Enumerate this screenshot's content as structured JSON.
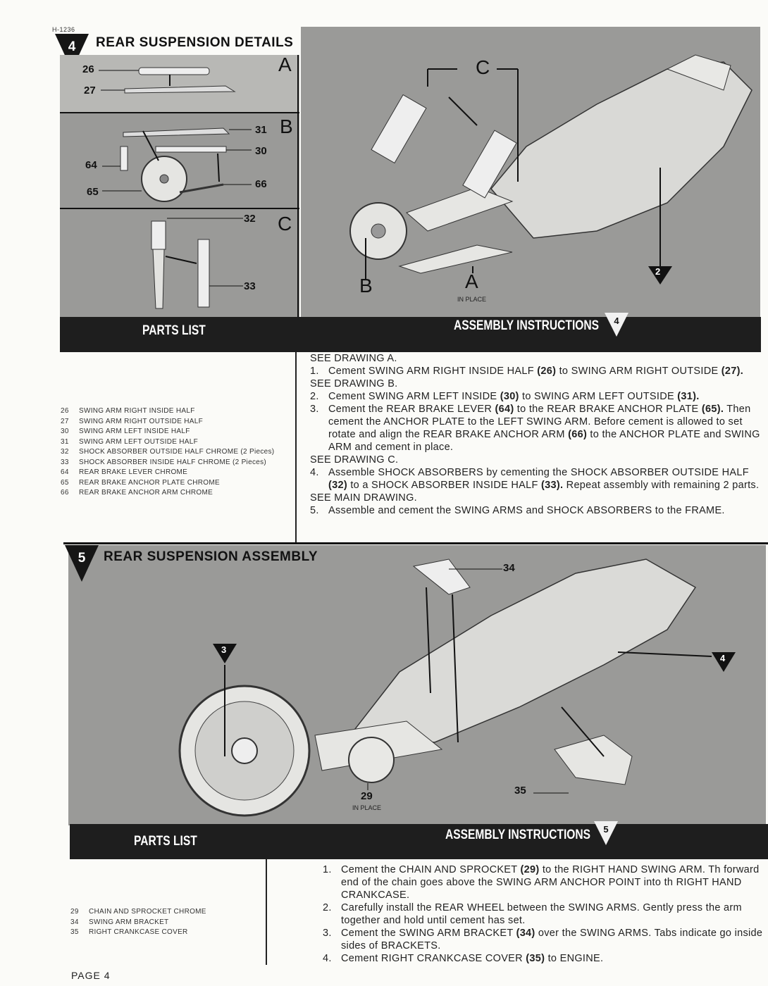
{
  "doc_code": "H-1236",
  "page_label": "PAGE 4",
  "section4": {
    "number": "4",
    "title": "REAR SUSPENSION DETAILS",
    "callouts_a": [
      "26",
      "27"
    ],
    "callouts_b": [
      "31",
      "30",
      "64",
      "65",
      "66"
    ],
    "callouts_c": [
      "32",
      "33"
    ],
    "letters": [
      "A",
      "B",
      "C"
    ],
    "main_labels": {
      "c": "C",
      "b": "B",
      "a": "A",
      "in_place": "IN PLACE",
      "arrow_num": "2"
    },
    "parts_list_label": "PARTS LIST",
    "assembly_label": "ASSEMBLY INSTRUCTIONS",
    "parts": [
      {
        "no": "26",
        "name": "SWING ARM RIGHT INSIDE HALF"
      },
      {
        "no": "27",
        "name": "SWING ARM RIGHT OUTSIDE HALF"
      },
      {
        "no": "30",
        "name": "SWING ARM LEFT INSIDE HALF"
      },
      {
        "no": "31",
        "name": "SWING ARM LEFT OUTSIDE HALF"
      },
      {
        "no": "32",
        "name": "SHOCK ABSORBER OUTSIDE HALF   CHROME (2 Pieces)"
      },
      {
        "no": "33",
        "name": "SHOCK ABSORBER INSIDE HALF   CHROME (2 Pieces)"
      },
      {
        "no": "64",
        "name": "REAR BRAKE LEVER   CHROME"
      },
      {
        "no": "65",
        "name": "REAR BRAKE ANCHOR PLATE   CHROME"
      },
      {
        "no": "66",
        "name": "REAR BRAKE ANCHOR ARM   CHROME"
      }
    ],
    "instructions": {
      "see_a": "SEE DRAWING A.",
      "s1_no": "1.",
      "s1_a": "Cement SWING ARM RIGHT INSIDE HALF ",
      "s1_b": "(26)",
      "s1_c": " to SWING ARM RIGHT OUTSIDE ",
      "s1_d": "(27).",
      "see_b": "SEE DRAWING B.",
      "s2_no": "2.",
      "s2_a": "Cement SWING ARM LEFT INSIDE ",
      "s2_b": "(30)",
      "s2_c": " to SWING ARM LEFT OUTSIDE ",
      "s2_d": "(31).",
      "s3_no": "3.",
      "s3_a": "Cement the REAR BRAKE LEVER ",
      "s3_b": "(64)",
      "s3_c": " to the REAR BRAKE ANCHOR PLATE ",
      "s3_d": "(65).",
      "s3_e": "Then cement the ANCHOR PLATE to the LEFT SWING ARM. Before cement is allowed to set rotate and align the REAR BRAKE ANCHOR ARM ",
      "s3_f": "(66)",
      "s3_g": " to the ANCHOR PLATE and SWING ARM and cement in place.",
      "see_c": "SEE DRAWING C.",
      "s4_no": "4.",
      "s4_a": "Assemble SHOCK ABSORBERS by cementing the SHOCK ABSORBER OUTSIDE HALF ",
      "s4_b": "(32)",
      "s4_c": " to a SHOCK ABSORBER INSIDE HALF ",
      "s4_d": "(33).",
      "s4_e": " Repeat assembly with remaining 2 parts.",
      "see_main": "SEE MAIN DRAWING.",
      "s5_no": "5.",
      "s5_a": "Assemble and cement the SWING ARMS and SHOCK ABSORBERS to the FRAME."
    }
  },
  "section5": {
    "number": "5",
    "title": "REAR SUSPENSION ASSEMBLY",
    "labels": {
      "c34": "34",
      "c29": "29",
      "c35": "35",
      "in_place": "IN PLACE",
      "arrow3": "3",
      "arrow4": "4"
    },
    "parts_list_label": "PARTS LIST",
    "assembly_label": "ASSEMBLY INSTRUCTIONS",
    "parts": [
      {
        "no": "29",
        "name": "CHAIN AND SPROCKET   CHROME"
      },
      {
        "no": "34",
        "name": "SWING ARM BRACKET"
      },
      {
        "no": "35",
        "name": "RIGHT CRANKCASE COVER"
      }
    ],
    "instructions": {
      "s1_no": "1.",
      "s1_a": "Cement the CHAIN AND SPROCKET ",
      "s1_b": "(29)",
      "s1_c": " to the RIGHT HAND SWING ARM. Th forward end of the chain goes above the SWING ARM ANCHOR POINT into th RIGHT HAND CRANKCASE.",
      "s2_no": "2.",
      "s2_a": "Carefully install the REAR WHEEL between the SWING ARMS. Gently press the arm together and hold until cement has set.",
      "s3_no": "3.",
      "s3_a": "Cement the SWING ARM BRACKET ",
      "s3_b": "(34)",
      "s3_c": " over the SWING ARMS. Tabs indicate go inside sides of BRACKETS.",
      "s4_no": "4.",
      "s4_a": "Cement RIGHT CRANKCASE COVER ",
      "s4_b": "(35)",
      "s4_c": " to ENGINE."
    }
  }
}
